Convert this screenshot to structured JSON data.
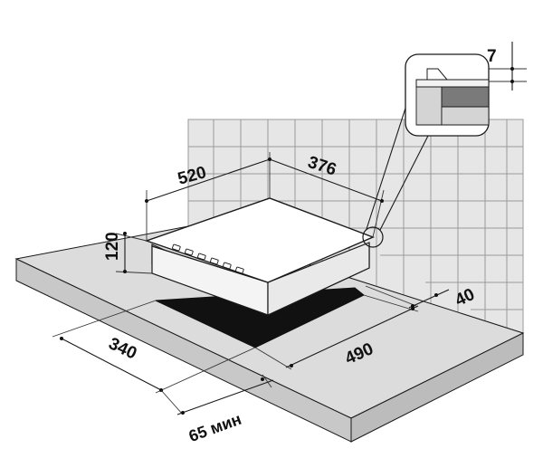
{
  "colors": {
    "wall": "#e6e6e6",
    "wall_tile_lines": "#9a9a9a",
    "countertop_top": "#dcdcdc",
    "countertop_edge": "#c4c4c4",
    "hob_top": "#ffffff",
    "hob_body": "#f2f2f2",
    "cutout": "#111111",
    "ink": "#111111"
  },
  "dimensions": {
    "hob_depth": "520",
    "hob_width": "376",
    "hob_height": "120",
    "detail_offset": "7",
    "wall_clearance": "40",
    "cutout_width": "340",
    "cutout_depth": "490",
    "front_clearance": "65 мин"
  },
  "icons": {
    "control_knobs": [
      "knob-icon",
      "knob-icon",
      "knob-icon",
      "knob-icon",
      "knob-icon",
      "knob-icon"
    ],
    "detail_magnifier": "magnifier-circle-icon"
  }
}
